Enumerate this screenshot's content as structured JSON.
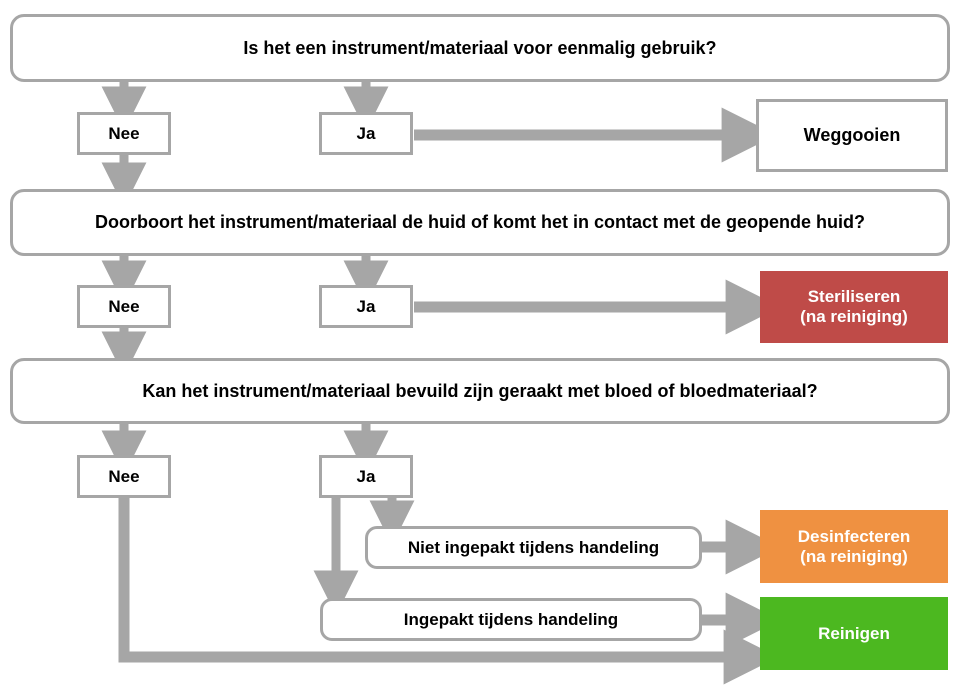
{
  "diagram": {
    "title_text": "Is het een instrument/materiaal voor eenmalig gebruik?",
    "colors": {
      "arrow_gray": "#A6A6A6",
      "border_gray": "#A6A6A6",
      "sterilize_red": "#BF4B48",
      "disinfect_orange": "#EF9141",
      "clean_green": "#4CB820",
      "text_black": "#000000",
      "text_white": "#FFFFFF",
      "background": "#FFFFFF"
    },
    "questions": [
      {
        "id": "q1",
        "text": "Is het een instrument/materiaal voor eenmalig gebruik?"
      },
      {
        "id": "q2",
        "text": "Doorboort het instrument/materiaal de huid of komt het in contact met de geopende huid?"
      },
      {
        "id": "q3",
        "text": "Kan het instrument/materiaal bevuild zijn geraakt met bloed of bloedmateriaal?"
      }
    ],
    "branches": [
      {
        "id": "b1-no",
        "text": "Nee"
      },
      {
        "id": "b1-yes",
        "text": "Ja"
      },
      {
        "id": "b2-no",
        "text": "Nee"
      },
      {
        "id": "b2-yes",
        "text": "Ja"
      },
      {
        "id": "b3-no",
        "text": "Nee"
      },
      {
        "id": "b3-yes",
        "text": "Ja"
      }
    ],
    "sub_options": [
      {
        "id": "s1",
        "text": "Niet ingepakt tijdens handeling"
      },
      {
        "id": "s2",
        "text": "Ingepakt tijdens handeling"
      }
    ],
    "outcomes": [
      {
        "id": "o1",
        "line1": "Weggooien",
        "line2": "",
        "style": "plain"
      },
      {
        "id": "o2",
        "line1": "Steriliseren",
        "line2": "(na reiniging)",
        "style": "red"
      },
      {
        "id": "o3",
        "line1": "Desinfecteren",
        "line2": "(na reiniging)",
        "style": "orange"
      },
      {
        "id": "o4",
        "line1": "Reinigen",
        "line2": "",
        "style": "green"
      }
    ]
  }
}
